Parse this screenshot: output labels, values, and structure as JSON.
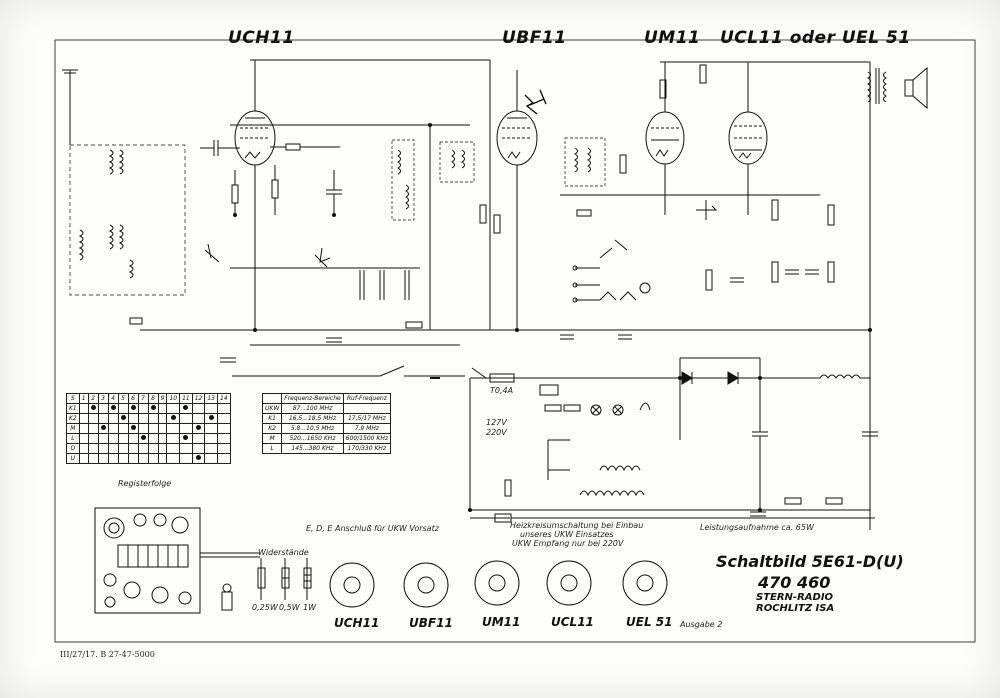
{
  "tubes": {
    "header": [
      "UCH11",
      "UBF11",
      "UM11",
      "UCL11 oder UEL 51"
    ],
    "sockets": [
      "UCH11",
      "UBF11",
      "UM11",
      "UCL11",
      "UEL 51"
    ]
  },
  "title_block": {
    "main": "Schaltbild 5E61-D(U)",
    "number": "470 460",
    "company": "STERN-RADIO",
    "city": "ROCHLITZ ISA"
  },
  "labels": {
    "ausgabe": "Ausgabe 2",
    "register_caption": "Registerfolge",
    "widerstaende": "Widerstände",
    "w1": "0,25W",
    "w2": "0,5W",
    "w3": "1W",
    "ukw_connection": "E, D, E Anschluß für UKW Vorsatz",
    "heater_note_1": "Heizkreisumschaltung bei Einbau",
    "heater_note_2": "unseres UKW Einsatzes",
    "heater_note_3": "UKW Empfang nur bei 220V",
    "power_note": "Leistungsaufnahme ca. 65W",
    "v127": "127V",
    "v220": "220V",
    "fuse": "T0,4A"
  },
  "freq_table": {
    "headers": [
      "",
      "Frequenz-Bereiche",
      "Ruf-Frequenz"
    ],
    "rows": [
      [
        "UKW",
        "87...100 MHz",
        ""
      ],
      [
        "K1",
        "16,5...18,5 MHz",
        "17,5/17 MHz"
      ],
      [
        "K2",
        "5,8...10,5 MHz",
        "7,9 MHz"
      ],
      [
        "M",
        "520...1650 KHz",
        "600/1500 KHz"
      ],
      [
        "L",
        "145...380 KHz",
        "170/330 KHz"
      ]
    ]
  },
  "switch_table": {
    "cols": [
      "S",
      "1",
      "2",
      "3",
      "4",
      "5",
      "6",
      "7",
      "8",
      "9",
      "10",
      "11",
      "12",
      "13",
      "14"
    ],
    "rows": [
      "K1",
      "K2",
      "M",
      "L",
      "O",
      "U"
    ]
  },
  "footer": "III/27/17. B 27-47-5000",
  "colors": {
    "ink": "#111111",
    "paper": "#fdfdfb"
  }
}
